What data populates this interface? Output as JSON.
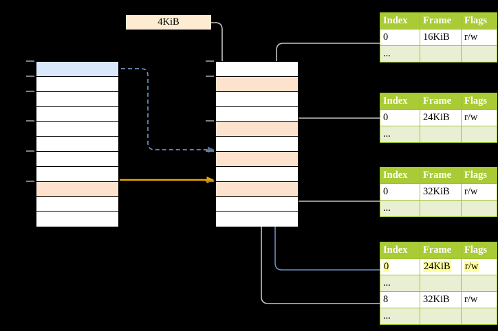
{
  "diagram": {
    "title": "page-table-translation-diagram",
    "page_size_label": "4KiB",
    "colors": {
      "background": "#000000",
      "table_header_green": "#a9cb35",
      "table_border_green": "#9ec42c",
      "ellipsis_row_green": "#e9efd3",
      "highlight_blue": "#d9e8fb",
      "highlight_peach": "#fde3cd",
      "highlight_yellow": "#ffff9e",
      "label_box_peach": "#fdecd2",
      "arrow_orange": "#e8a200",
      "arrow_blue": "#5b7fb9",
      "arrow_gray": "#c8c8c8"
    }
  },
  "left_column": {
    "name": "virtual-address-space",
    "row_count": 11,
    "rows": [
      {
        "index": 0,
        "fill": "blue",
        "label": ""
      },
      {
        "index": 1,
        "fill": "white",
        "label": ""
      },
      {
        "index": 2,
        "fill": "white",
        "label": ""
      },
      {
        "index": 3,
        "fill": "white",
        "label": ""
      },
      {
        "index": 4,
        "fill": "white",
        "label": ""
      },
      {
        "index": 5,
        "fill": "white",
        "label": ""
      },
      {
        "index": 6,
        "fill": "white",
        "label": ""
      },
      {
        "index": 7,
        "fill": "white",
        "label": ""
      },
      {
        "index": 8,
        "fill": "peach",
        "label": ""
      },
      {
        "index": 9,
        "fill": "white",
        "label": ""
      },
      {
        "index": 10,
        "fill": "white",
        "label": ""
      }
    ],
    "tick_rows": [
      0,
      1,
      2,
      4,
      6,
      8
    ]
  },
  "middle_column": {
    "name": "physical-memory",
    "row_count": 11,
    "rows": [
      {
        "index": 0,
        "fill": "white",
        "label": ""
      },
      {
        "index": 1,
        "fill": "peach",
        "label": ""
      },
      {
        "index": 2,
        "fill": "white",
        "label": ""
      },
      {
        "index": 3,
        "fill": "white",
        "label": ""
      },
      {
        "index": 4,
        "fill": "peach",
        "label": ""
      },
      {
        "index": 5,
        "fill": "white",
        "label": ""
      },
      {
        "index": 6,
        "fill": "peach",
        "label": ""
      },
      {
        "index": 7,
        "fill": "white",
        "label": ""
      },
      {
        "index": 8,
        "fill": "peach",
        "label": ""
      },
      {
        "index": 9,
        "fill": "white",
        "label": ""
      },
      {
        "index": 10,
        "fill": "white",
        "label": ""
      }
    ],
    "tick_rows": [
      0,
      1,
      4,
      6,
      8
    ]
  },
  "tables": [
    {
      "name": "page-table-level-1",
      "headers": [
        "Index",
        "Frame",
        "Flags"
      ],
      "rows": [
        {
          "cells": [
            "0",
            "16KiB",
            "r/w"
          ],
          "style": "normal",
          "highlight": []
        },
        {
          "cells": [
            "...",
            "",
            ""
          ],
          "style": "ellipsis",
          "highlight": []
        }
      ]
    },
    {
      "name": "page-table-level-2",
      "headers": [
        "Index",
        "Frame",
        "Flags"
      ],
      "rows": [
        {
          "cells": [
            "0",
            "24KiB",
            "r/w"
          ],
          "style": "normal",
          "highlight": []
        },
        {
          "cells": [
            "...",
            "",
            ""
          ],
          "style": "ellipsis",
          "highlight": []
        }
      ]
    },
    {
      "name": "page-table-level-3",
      "headers": [
        "Index",
        "Frame",
        "Flags"
      ],
      "rows": [
        {
          "cells": [
            "0",
            "32KiB",
            "r/w"
          ],
          "style": "normal",
          "highlight": []
        },
        {
          "cells": [
            "...",
            "",
            ""
          ],
          "style": "ellipsis",
          "highlight": []
        }
      ]
    },
    {
      "name": "page-table-level-4",
      "headers": [
        "Index",
        "Frame",
        "Flags"
      ],
      "rows": [
        {
          "cells": [
            "0",
            "24KiB",
            "r/w"
          ],
          "style": "normal",
          "highlight": [
            0,
            1,
            2
          ]
        },
        {
          "cells": [
            "...",
            "",
            ""
          ],
          "style": "ellipsis",
          "highlight": []
        },
        {
          "cells": [
            "8",
            "32KiB",
            "r/w"
          ],
          "style": "normal",
          "highlight": []
        },
        {
          "cells": [
            "...",
            "",
            ""
          ],
          "style": "ellipsis",
          "highlight": []
        }
      ]
    }
  ],
  "connectors": [
    {
      "name": "virtual-page-to-frame-dashed",
      "style": "dashed",
      "color": "#5b7fb9",
      "from": "left-row-0",
      "to": "middle-row-6"
    },
    {
      "name": "virtual-page-to-frame-solid",
      "style": "solid",
      "color": "#e8a200",
      "from": "left-row-8",
      "to": "middle-row-8"
    },
    {
      "name": "page-size-to-frame",
      "style": "solid",
      "color": "#c8c8c8",
      "from": "page-size-label",
      "to": "middle-row-1"
    },
    {
      "name": "table1-to-frame",
      "style": "solid",
      "color": "#c8c8c8",
      "from": "table-1-row-0",
      "to": "middle-row-4"
    },
    {
      "name": "table2-to-frame",
      "style": "solid",
      "color": "#c8c8c8",
      "from": "table-2-row-0",
      "to": "middle-row-6"
    },
    {
      "name": "table3-to-frame",
      "style": "solid",
      "color": "#c8c8c8",
      "from": "table-3-row-0",
      "to": "middle-row-8"
    },
    {
      "name": "table4-row0-to-frame",
      "style": "solid",
      "color": "#5b7fb9",
      "from": "table-4-row-0",
      "to": "middle-row-6"
    },
    {
      "name": "table4-row8-to-frame",
      "style": "solid",
      "color": "#c8c8c8",
      "from": "table-4-row-8",
      "to": "middle-row-8"
    }
  ]
}
